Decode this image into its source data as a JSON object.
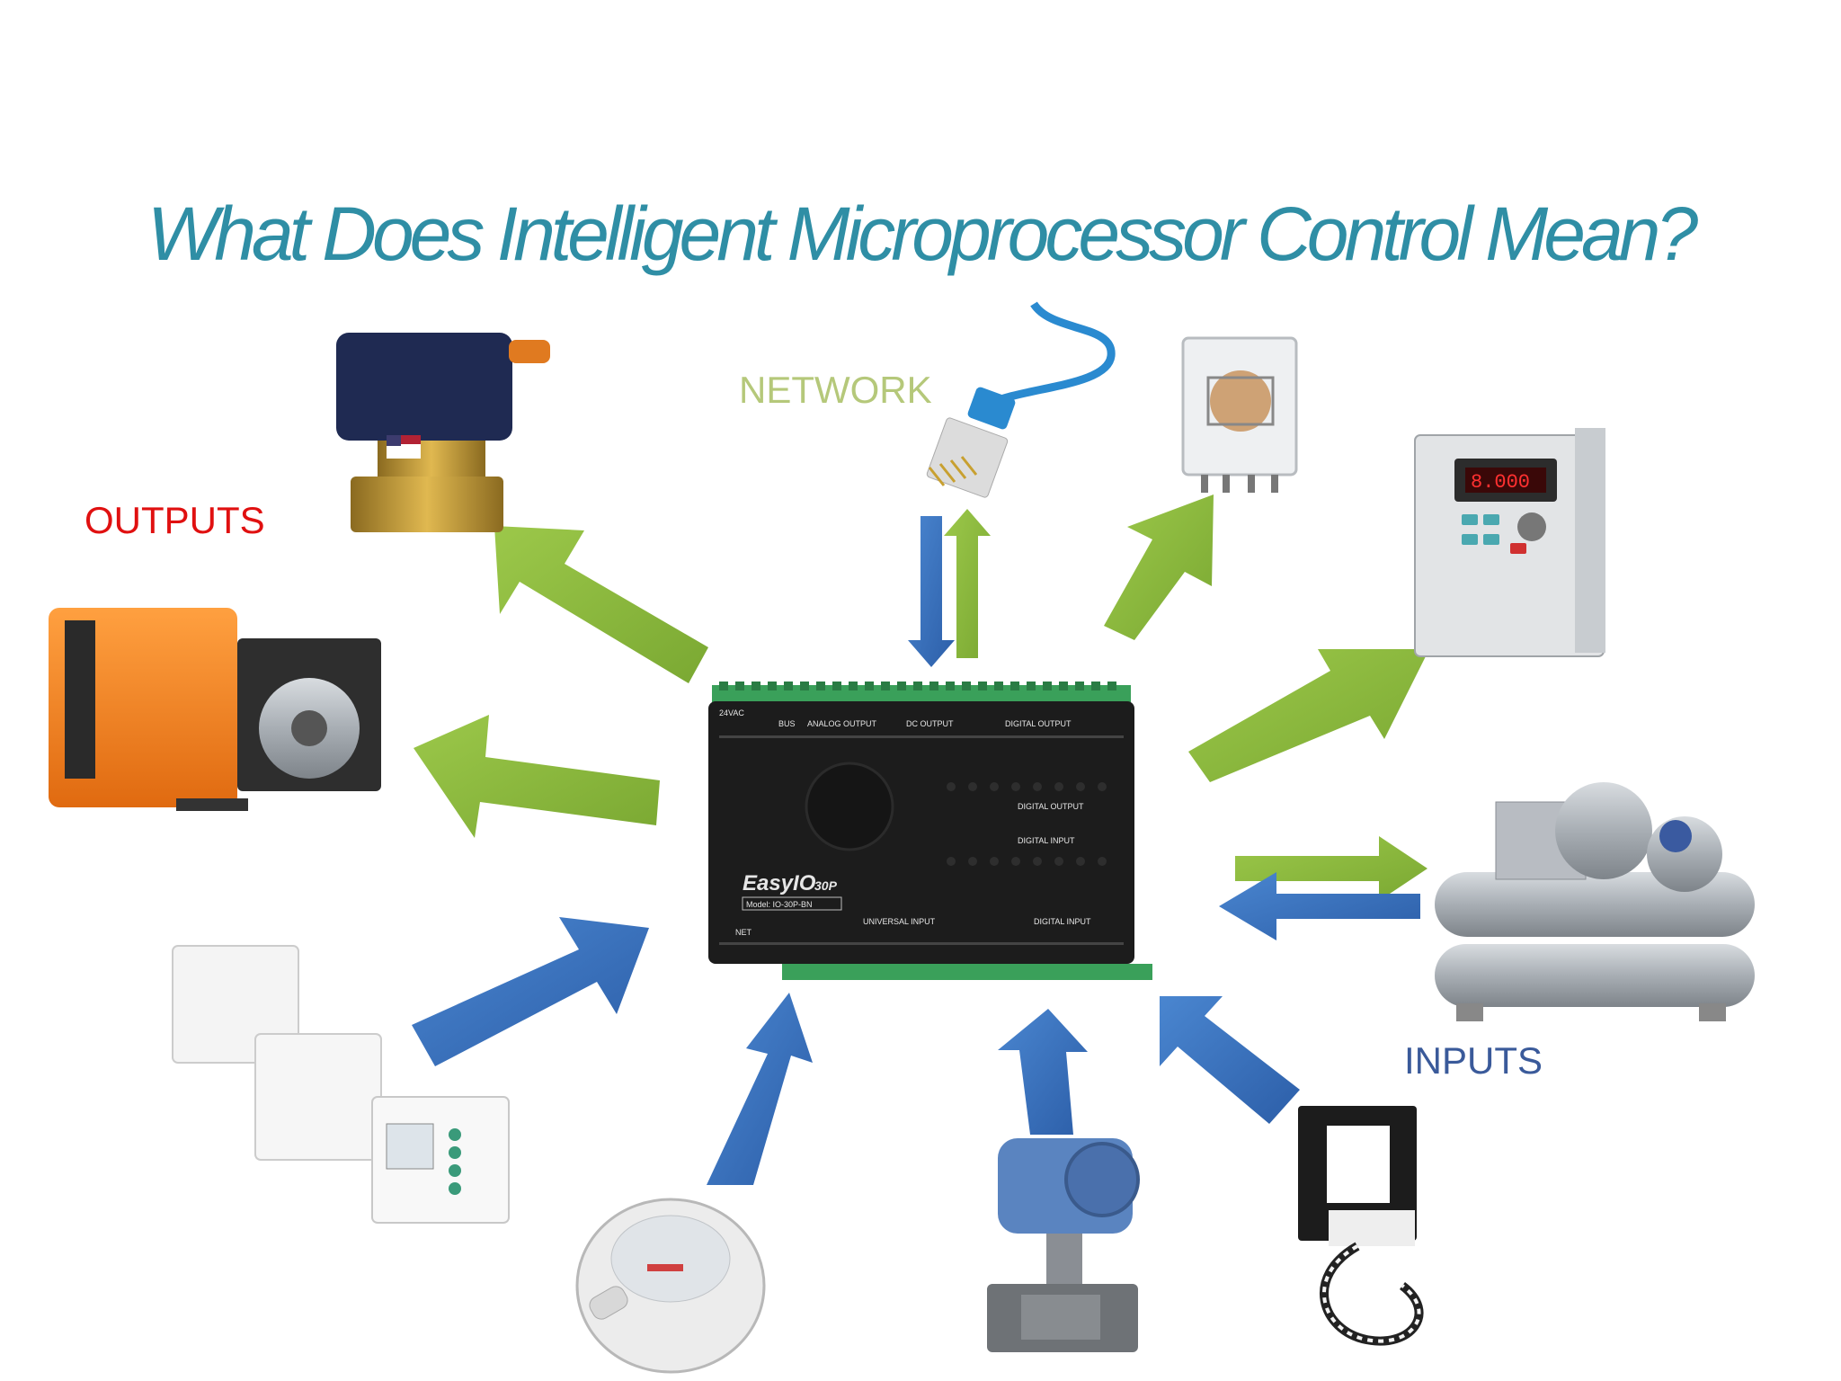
{
  "title": "What Does Intelligent Microprocessor Control Mean?",
  "labels": {
    "network": "NETWORK",
    "outputs": "OUTPUTS",
    "inputs": "INPUTS"
  },
  "controller": {
    "brand": "EasyIO",
    "model_code": "30P",
    "model_line": "Model: IO-30P-BN",
    "headers": [
      "24VAC",
      "BUS",
      "ANALOG OUTPUT",
      "DC OUTPUT",
      "DIGITAL OUTPUT",
      "DIGITAL OUTPUT",
      "DIGITAL INPUT",
      "UNIVERSAL INPUT",
      "DIGITAL INPUT",
      "NET"
    ]
  },
  "colors": {
    "title": "#2f8ea5",
    "output_arrow": "#8ab83a",
    "input_arrow": "#3a72c0",
    "controller_body": "#1c1c1c",
    "terminal_green": "#3aa05a"
  },
  "devices": {
    "outputs": [
      "solenoid-valve",
      "damper-actuator",
      "relay",
      "variable-frequency-drive"
    ],
    "network": [
      "ethernet-cable"
    ],
    "bidirectional": [
      "chiller"
    ],
    "inputs": [
      "room-thermostats",
      "differential-pressure-switch",
      "pressure-transmitter",
      "current-transformer"
    ]
  }
}
